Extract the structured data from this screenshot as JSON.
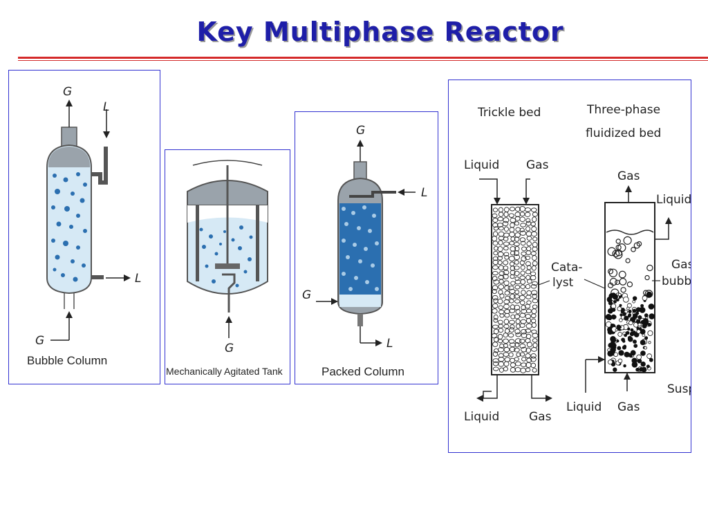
{
  "title": "Key Multiphase Reactor",
  "colors": {
    "title": "#1e1ea8",
    "rule": "#d42a2a",
    "frame": "#3030d0",
    "liquid": "#d6e9f5",
    "bubble": "#2b6fb0",
    "vessel_gray": "#9aa3ab"
  },
  "bubble_column": {
    "caption": "Bubble Column",
    "gas_out": "G",
    "liquid_in": "L",
    "liquid_out": "L",
    "gas_in": "G"
  },
  "agitated_tank": {
    "caption": "Mechanically Agitated Tank",
    "gas_in": "G"
  },
  "packed_column": {
    "caption": "Packed Column",
    "gas_out": "G",
    "liquid_in": "L",
    "gas_in": "G",
    "liquid_out": "L"
  },
  "trickle_panel": {
    "trickle_title": "Trickle bed",
    "fluidized_title_1": "Three-phase",
    "fluidized_title_2": "fluidized bed",
    "trickle_liquid_in": "Liquid",
    "trickle_gas_in": "Gas",
    "trickle_liquid_out": "Liquid",
    "trickle_gas_out": "Gas",
    "catalyst_1": "Cata-",
    "catalyst_2": "lyst",
    "fluid_gas_out": "Gas",
    "fluid_liquid_out": "Liquid",
    "gas_bubbles_1": "Gas",
    "gas_bubbles_2": "bubbles",
    "fluid_liquid_in": "Liquid",
    "fluid_gas_in": "Gas",
    "suspension": "Suspension"
  }
}
